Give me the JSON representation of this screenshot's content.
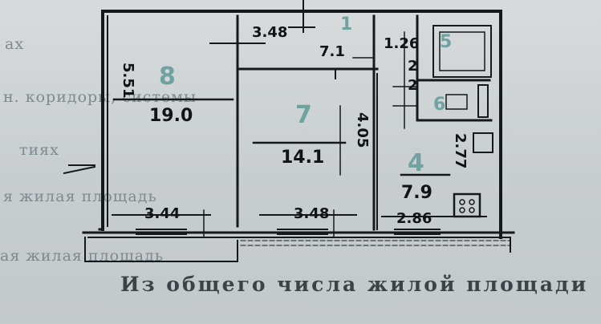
{
  "background_text": {
    "line1": "ах",
    "line2": "н. коридоры, системы",
    "line3": "тиях",
    "line4": "я жилая площадь",
    "line5": "ая жилая площадь"
  },
  "footer_text": "Из общего числа жилой площади",
  "dimensions": {
    "top_corridor": "3.48",
    "left_room_side": "5.51",
    "left_room_bottom": "3.44",
    "middle_room_bottom": "3.48",
    "middle_room_side": "4.05",
    "kitchen_bottom": "2.86",
    "kitchen_side": "2.77",
    "bath_side_a": "2",
    "bath_side_b": "2"
  },
  "areas": {
    "room_left": "19.0",
    "room_middle": "14.1",
    "kitchen": "7.9",
    "corridor": "7.1",
    "bathroom": "1.26"
  },
  "room_numbers": {
    "room_left": "8",
    "room_middle": "7",
    "kitchen": "4",
    "corridor": "1",
    "bathroom": "5",
    "wc": "6"
  }
}
